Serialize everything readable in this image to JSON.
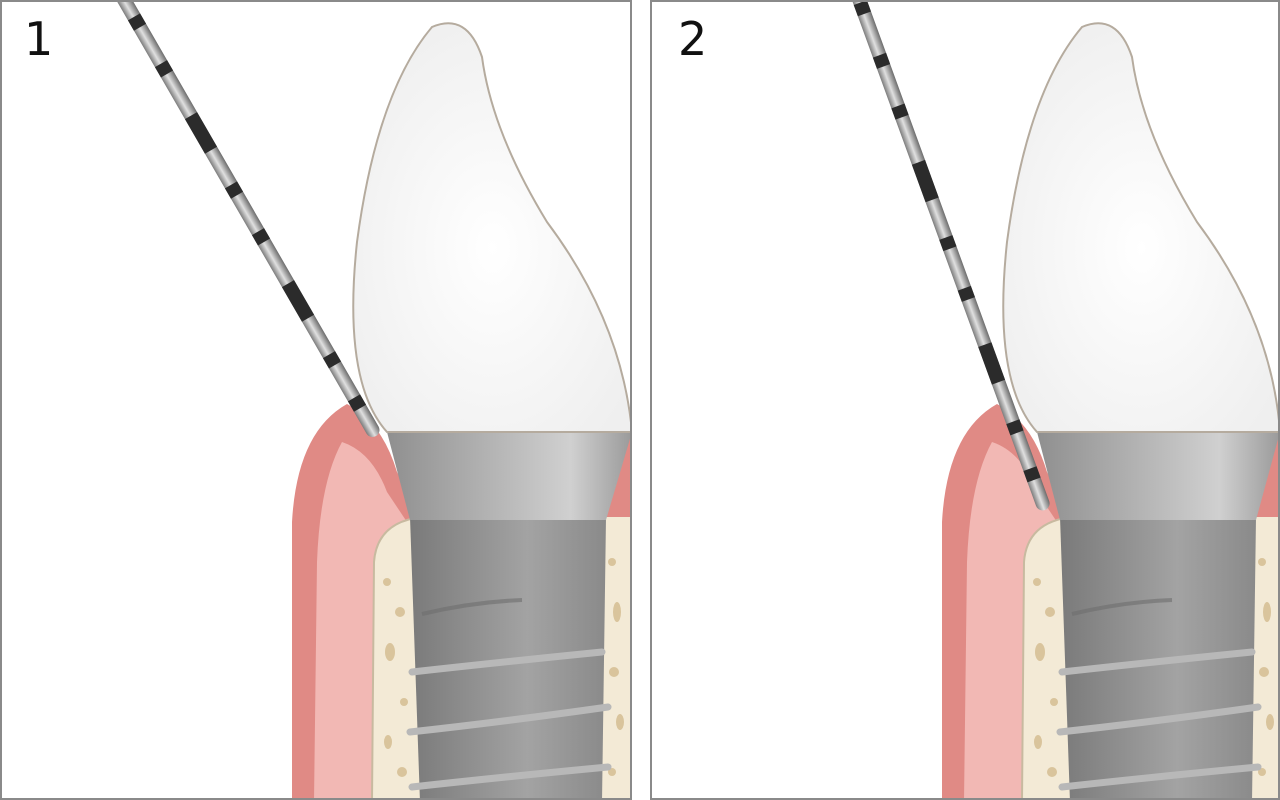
{
  "panels": [
    {
      "label": "1",
      "description": "Probe tip at gingival margin against crown"
    },
    {
      "label": "2",
      "description": "Probe inserted into peri-implant sulcus"
    }
  ],
  "colors": {
    "border": "#8a8a8a",
    "gingiva_outer": "#e08a85",
    "gingiva_inner": "#f2b8b4",
    "bone": "#f3ead6",
    "bone_spots": "#d9c49c",
    "crown": "#f7f7f7",
    "crown_outline": "#b5ab9e",
    "abutment": "#a8a8a8",
    "implant": "#8e8e8e",
    "probe_band": "#2b2b2b",
    "probe_shaft": "#c0c0c0"
  }
}
